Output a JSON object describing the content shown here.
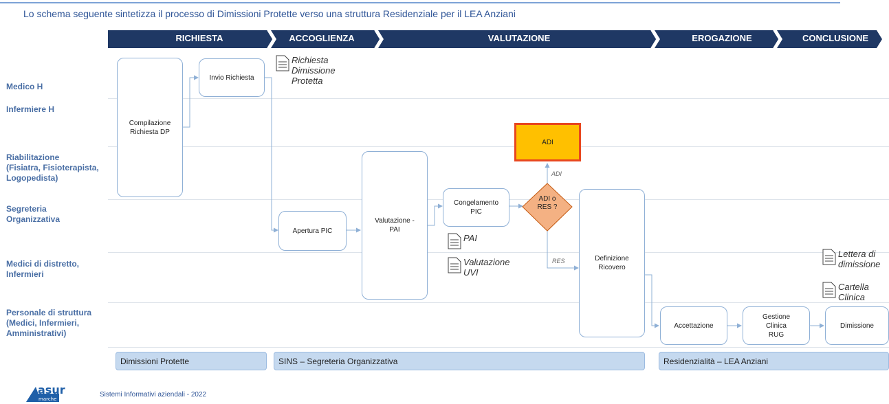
{
  "intro_text": "Lo schema seguente sintetizza il processo di Dimissioni Protette verso una struttura Residenziale per il LEA Anziani",
  "phases": [
    "RICHIESTA",
    "ACCOGLIENZA",
    "VALUTAZIONE",
    "EROGAZIONE",
    "CONCLUSIONE"
  ],
  "roles": {
    "medico_h": "Medico H",
    "infermiere_h": "Infermiere H",
    "riabilitazione_1": "Riabilitazione",
    "riabilitazione_2": "(Fisiatra, Fisioterapista,",
    "riabilitazione_3": "Logopedista)",
    "segreteria_1": "Segreteria",
    "segreteria_2": "Organizzativa",
    "medici_distretto_1": "Medici di distretto,",
    "medici_distretto_2": "Infermieri",
    "personale_1": "Personale di struttura",
    "personale_2": "(Medici, Infermieri,",
    "personale_3": "Amministrativi)"
  },
  "activities": {
    "compilazione_1": "Compilazione",
    "compilazione_2": "Richiesta DP",
    "invio": "Invio Richiesta",
    "apertura": "Apertura PIC",
    "valutazione_1": "Valutazione -",
    "valutazione_2": "PAI",
    "congelamento_1": "Congelamento",
    "congelamento_2": "PIC",
    "adi": "ADI",
    "decision_1": "ADI o",
    "decision_2": "RES ?",
    "definizione_1": "Definizione",
    "definizione_2": "Ricovero",
    "accettazione": "Accettazione",
    "gestione_1": "Gestione",
    "gestione_2": "Clinica",
    "gestione_3": "RUG",
    "dimissione": "Dimissione"
  },
  "edge_labels": {
    "adi": "ADI",
    "res": "RES"
  },
  "documents": {
    "richiesta_1": "Richiesta",
    "richiesta_2": "Dimissione",
    "richiesta_3": "Protetta",
    "pai": "PAI",
    "uvi_1": "Valutazione",
    "uvi_2": "UVI",
    "lettera_1": "Lettera di",
    "lettera_2": "dimissione",
    "cartella_1": "Cartella",
    "cartella_2": "Clinica"
  },
  "systems": {
    "dimissioni": "Dimissioni Protette",
    "sins": "SINS – Segreteria Organizzativa",
    "residenzialita": "Residenzialità – LEA Anziani"
  },
  "logo_text": {
    "main": "asur",
    "sub": "marche"
  },
  "footer_text": "Sistemi Informativi aziendali - 2022",
  "colors": {
    "phase_fill": "#1f3864",
    "role_text": "#4a6fa5",
    "adi_fill": "#ffc000",
    "adi_border": "#e8471f",
    "decision_fill": "#f4b183",
    "system_fill": "#c5d9ef",
    "connector": "#8fb0d6"
  }
}
